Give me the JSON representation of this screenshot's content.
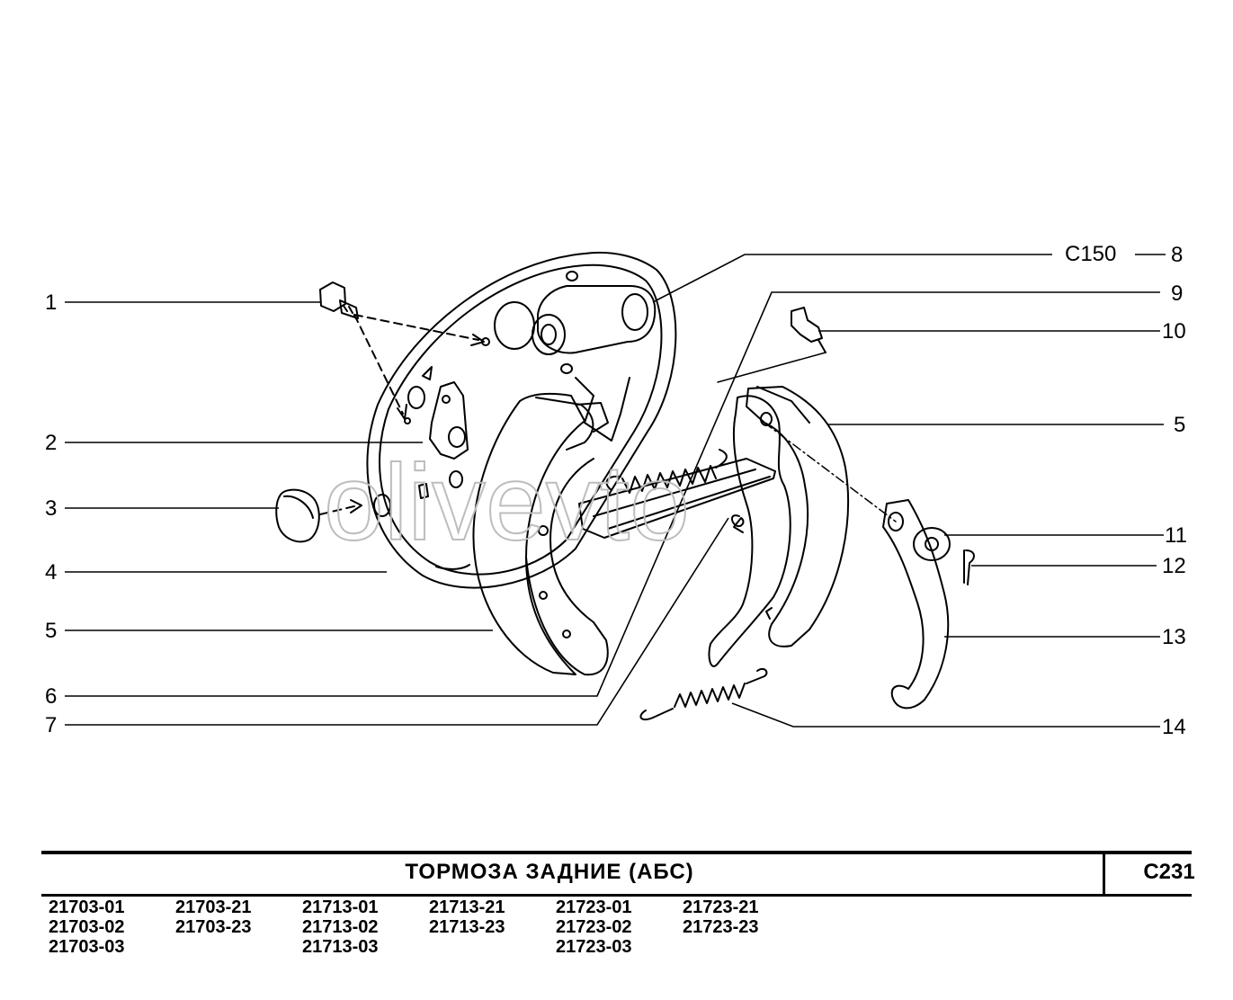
{
  "diagram": {
    "watermark": "olivevto",
    "callouts": [
      {
        "id": "1",
        "text": "1"
      },
      {
        "id": "2",
        "text": "2"
      },
      {
        "id": "3",
        "text": "3"
      },
      {
        "id": "4",
        "text": "4"
      },
      {
        "id": "5a",
        "text": "5"
      },
      {
        "id": "6",
        "text": "6"
      },
      {
        "id": "7",
        "text": "7"
      },
      {
        "id": "8",
        "text": "8"
      },
      {
        "id": "8code",
        "text": "C150"
      },
      {
        "id": "9",
        "text": "9"
      },
      {
        "id": "10",
        "text": "10"
      },
      {
        "id": "5b",
        "text": "5"
      },
      {
        "id": "11",
        "text": "11"
      },
      {
        "id": "12",
        "text": "12"
      },
      {
        "id": "13",
        "text": "13"
      },
      {
        "id": "14",
        "text": "14"
      }
    ]
  },
  "title_block": {
    "title": "ТОРМОЗА  ЗАДНИЕ  (АБС)",
    "code": "C231"
  },
  "models": [
    [
      "21703-01",
      "21703-02",
      "21703-03"
    ],
    [
      "21703-21",
      "21703-23"
    ],
    [
      "21713-01",
      "21713-02",
      "21713-03"
    ],
    [
      "21713-21",
      "21713-23"
    ],
    [
      "21723-01",
      "21723-02",
      "21723-03"
    ],
    [
      "21723-21",
      "21723-23"
    ]
  ]
}
